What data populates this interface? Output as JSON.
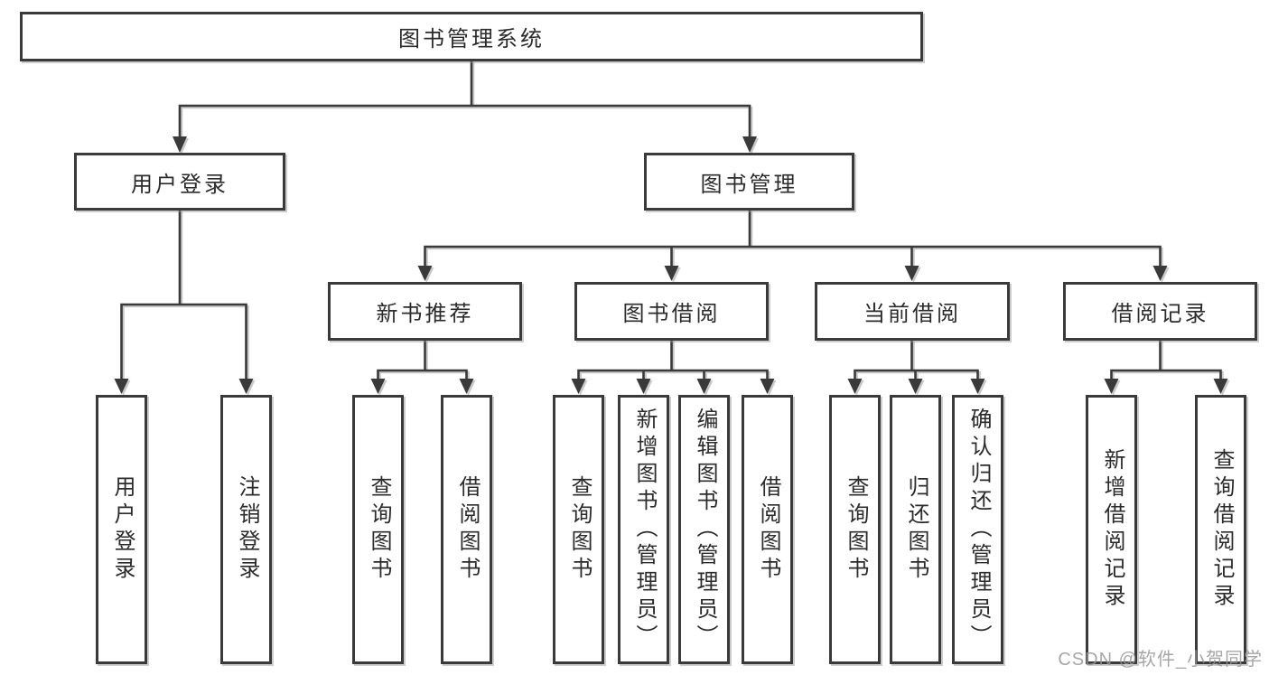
{
  "tree": {
    "root": "图书管理系统",
    "login": {
      "label": "用户登录",
      "children": [
        "用户登录",
        "注销登录"
      ]
    },
    "management": {
      "label": "图书管理",
      "groups": [
        {
          "label": "新书推荐",
          "children": [
            "查询图书",
            "借阅图书"
          ]
        },
        {
          "label": "图书借阅",
          "children": [
            "查询图书",
            "新增图书（管理员）",
            "编辑图书（管理员）",
            "借阅图书"
          ]
        },
        {
          "label": "当前借阅",
          "children": [
            "查询图书",
            "归还图书",
            "确认归还（管理员）"
          ]
        },
        {
          "label": "借阅记录",
          "children": [
            "新增借阅记录",
            "查询借阅记录"
          ]
        }
      ]
    }
  },
  "watermark": {
    "text": "CSDN @软件_小贺同学"
  },
  "colors": {
    "line": "#3a3a3a",
    "line_shadow": "#c9c9c9",
    "text": "#2b2b2b",
    "watermark": "#969696",
    "background": "#ffffff"
  }
}
